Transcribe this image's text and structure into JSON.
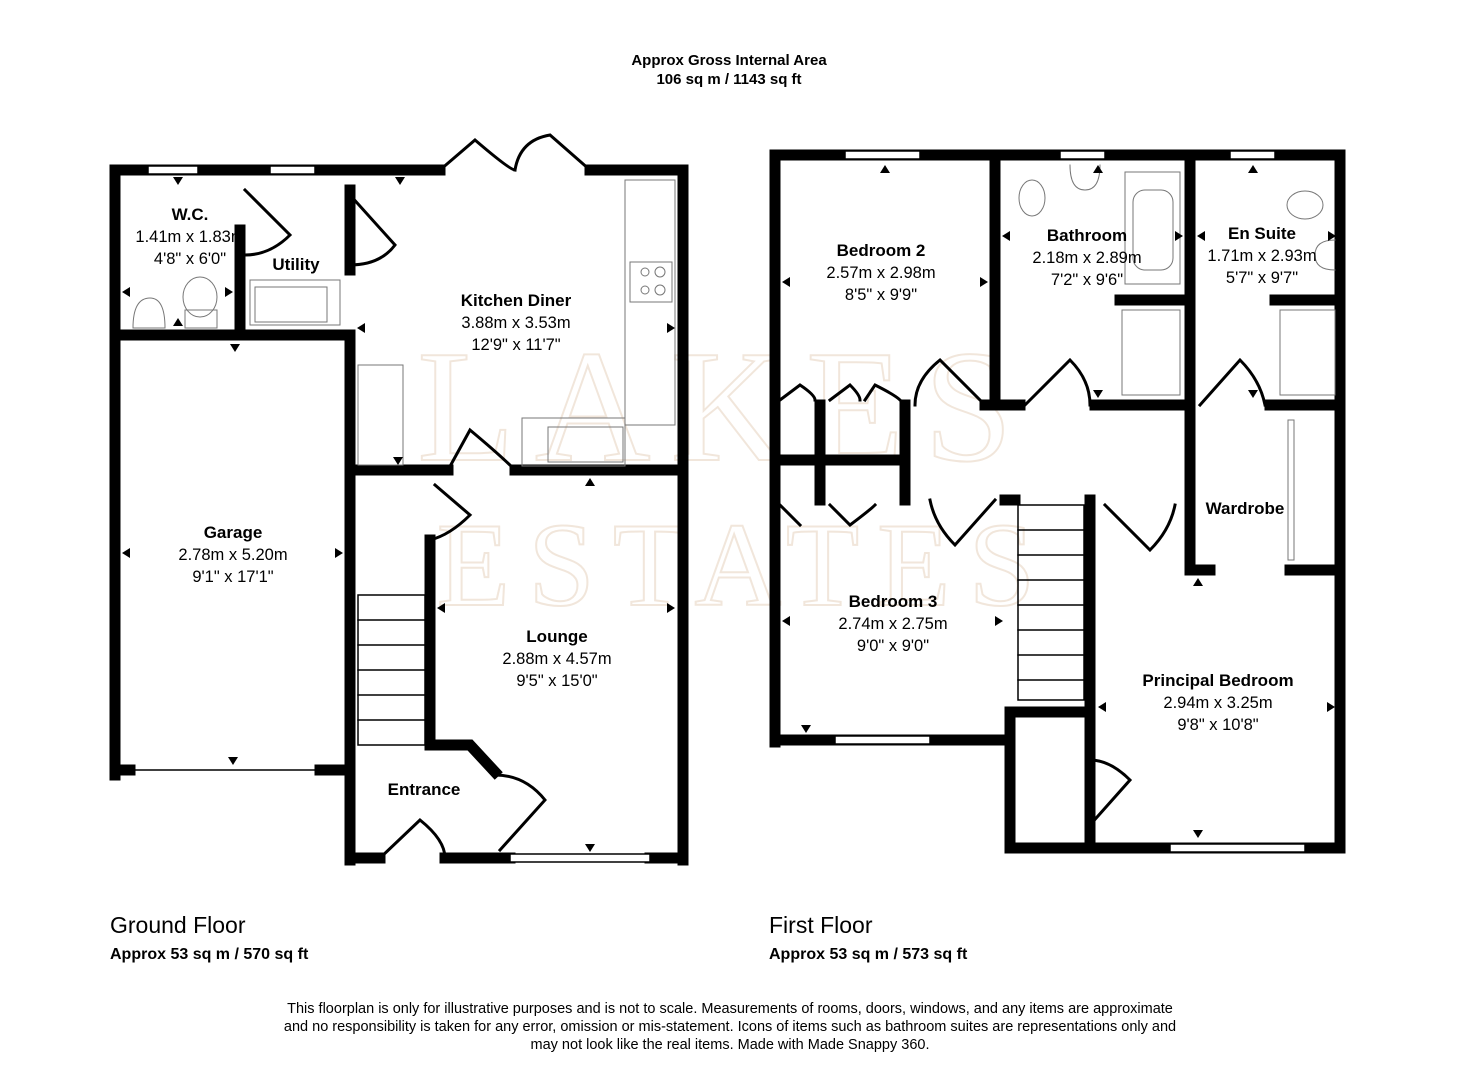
{
  "header": {
    "line1": "Approx Gross Internal Area",
    "line2": "106 sq m / 1143 sq ft"
  },
  "watermark": {
    "line1": "LAKES",
    "line2": "ESTATES",
    "color": "#e8d8c8"
  },
  "ground_floor": {
    "title": "Ground Floor",
    "area": "Approx 53 sq m / 570 sq ft",
    "rooms": [
      {
        "name": "W.C.",
        "metric": "1.41m x 1.83m",
        "imperial": "4'8\" x 6'0\""
      },
      {
        "name": "Utility"
      },
      {
        "name": "Kitchen Diner",
        "metric": "3.88m x 3.53m",
        "imperial": "12'9\" x 11'7\""
      },
      {
        "name": "Garage",
        "metric": "2.78m x 5.20m",
        "imperial": "9'1\" x 17'1\""
      },
      {
        "name": "Lounge",
        "metric": "2.88m x 4.57m",
        "imperial": "9'5\" x 15'0\""
      },
      {
        "name": "Entrance"
      }
    ]
  },
  "first_floor": {
    "title": "First Floor",
    "area": "Approx 53 sq m / 573 sq ft",
    "rooms": [
      {
        "name": "Bedroom 2",
        "metric": "2.57m x 2.98m",
        "imperial": "8'5\" x 9'9\""
      },
      {
        "name": "Bathroom",
        "metric": "2.18m x 2.89m",
        "imperial": "7'2\" x 9'6\""
      },
      {
        "name": "En Suite",
        "metric": "1.71m x 2.93m",
        "imperial": "5'7\" x 9'7\""
      },
      {
        "name": "Wardrobe"
      },
      {
        "name": "Bedroom 3",
        "metric": "2.74m x 2.75m",
        "imperial": "9'0\" x 9'0\""
      },
      {
        "name": "Principal Bedroom",
        "metric": "2.94m x 3.25m",
        "imperial": "9'8\" x 10'8\""
      }
    ]
  },
  "disclaimer": {
    "line1": "This floorplan is only for illustrative purposes and is not to scale. Measurements of rooms, doors, windows, and any items are approximate",
    "line2": "and no responsibility is taken for any error, omission or mis-statement. Icons of items such as bathroom suites are representations only and",
    "line3": "may not look like the real items. Made with Made Snappy 360."
  }
}
